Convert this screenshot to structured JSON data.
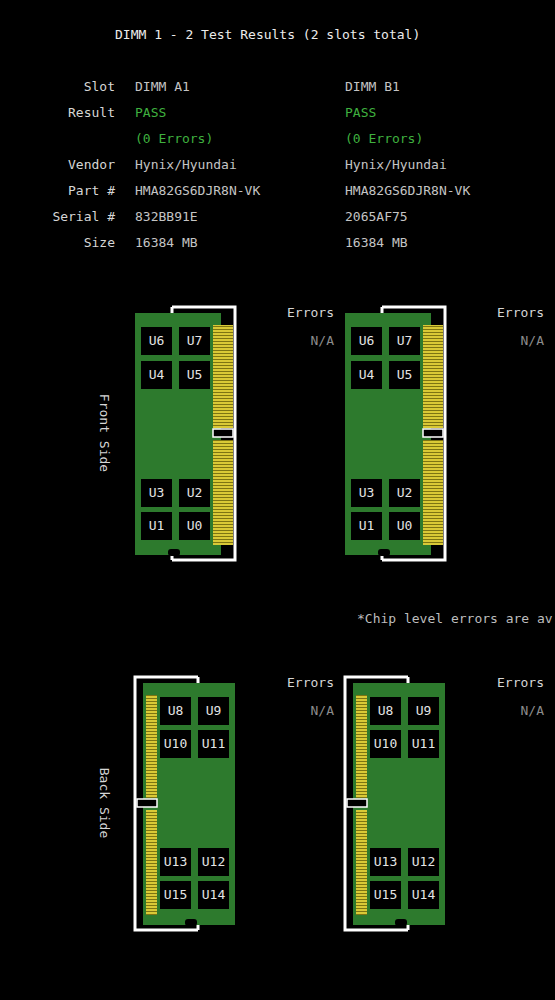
{
  "diagram": {
    "title": "DIMM 1 - 2 Test Results (2 slots total)",
    "nodes": [
      {
        "text": [
          "U6"
        ]
      },
      {
        "text": [
          "U7"
        ]
      },
      {
        "text": [
          "U4"
        ]
      },
      {
        "text": [
          "U5"
        ]
      },
      {
        "text": [
          "U3"
        ]
      },
      {
        "text": [
          "U2"
        ]
      },
      {
        "text": [
          "U1"
        ]
      },
      {
        "text": [
          "U0"
        ]
      },
      {
        "text": [
          "U6"
        ]
      },
      {
        "text": [
          "U7"
        ]
      },
      {
        "text": [
          "U4"
        ]
      },
      {
        "text": [
          "U5"
        ]
      },
      {
        "text": [
          "U3"
        ]
      },
      {
        "text": [
          "U2"
        ]
      },
      {
        "text": [
          "U1"
        ]
      },
      {
        "text": [
          "U0"
        ]
      },
      {
        "text": [
          "U8"
        ]
      },
      {
        "text": [
          "U9"
        ]
      },
      {
        "text": [
          "U10"
        ]
      },
      {
        "text": [
          "U11"
        ]
      },
      {
        "text": [
          "U13"
        ]
      },
      {
        "text": [
          "U12"
        ]
      },
      {
        "text": [
          "U15"
        ]
      },
      {
        "text": [
          "U14"
        ]
      },
      {
        "text": [
          "U8"
        ]
      },
      {
        "text": [
          "U9"
        ]
      },
      {
        "text": [
          "U10"
        ]
      },
      {
        "text": [
          "U11"
        ]
      },
      {
        "text": [
          "U13"
        ]
      },
      {
        "text": [
          "U12"
        ]
      },
      {
        "text": [
          "U15"
        ]
      },
      {
        "text": [
          "U14"
        ]
      }
    ],
    "labels": [
      "Slot",
      "DIMM A1",
      "DIMM B1",
      "Result",
      "PASS",
      "PASS",
      "(0 Errors)",
      "(0 Errors)",
      "Vendor",
      "Hynix/Hyundai",
      "Hynix/Hyundai",
      "Part #",
      "HMA82GS6DJR8N-VK",
      "HMA82GS6DJR8N-VK",
      "Serial #",
      "832BB91E",
      "2065AF75",
      "Size",
      "16384 MB",
      "16384 MB",
      "Errors",
      "Errors",
      "N/A",
      "N/A",
      "Front Side",
      "*Chip level errors are av",
      "Errors",
      "Errors",
      "N/A",
      "N/A",
      "Back Side"
    ]
  }
}
